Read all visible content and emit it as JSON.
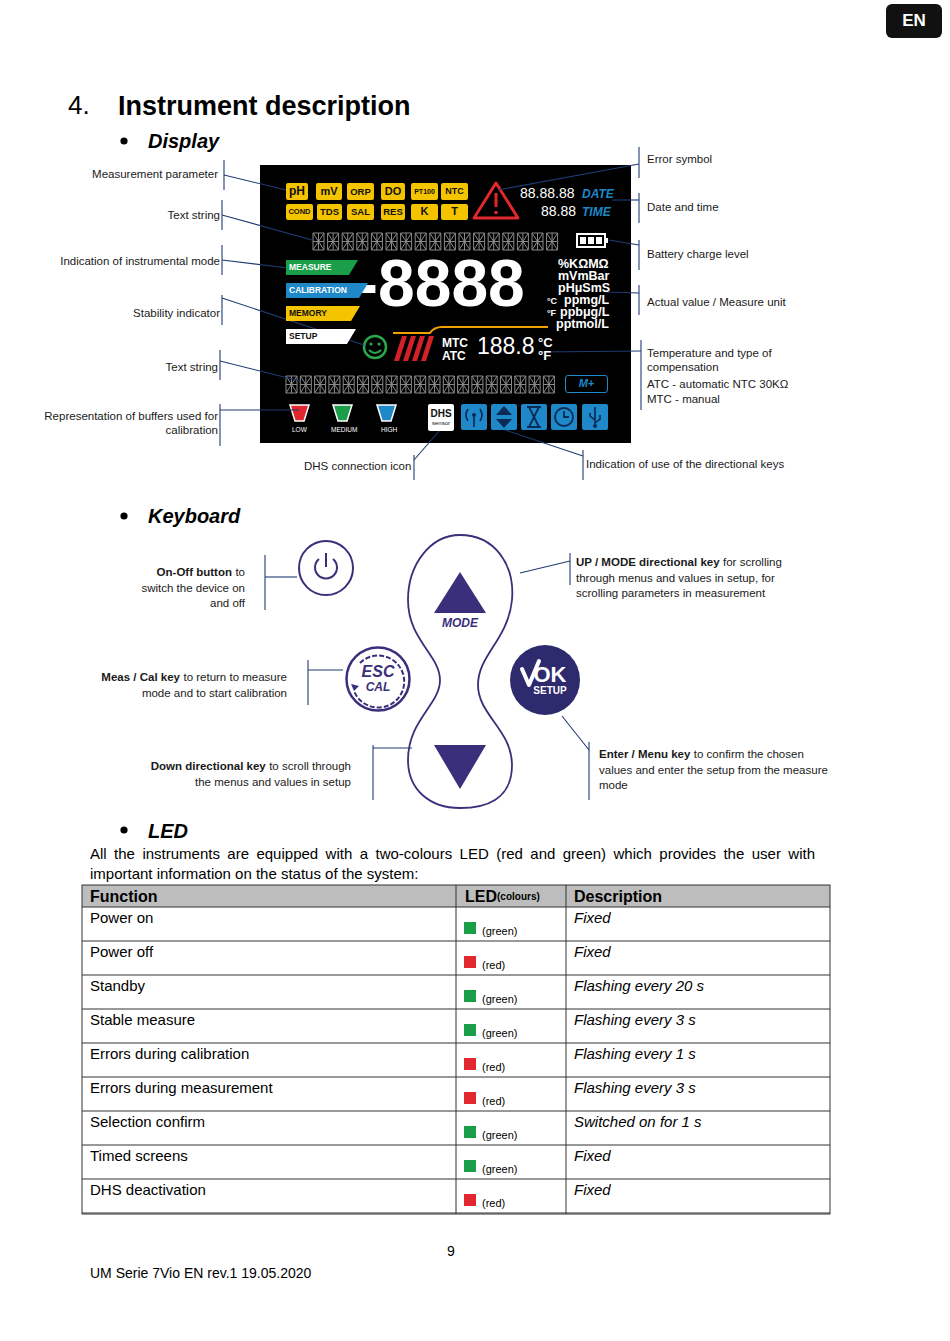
{
  "diagram": {
    "title": "Instrument description",
    "nodes": [
      {
        "text": [
          "EN"
        ]
      },
      {
        "text": [
          "pH"
        ]
      },
      {
        "text": [
          "mV"
        ]
      },
      {
        "text": [
          "ORP"
        ]
      },
      {
        "text": [
          "DO"
        ]
      },
      {
        "text": [
          "PT100"
        ]
      },
      {
        "text": [
          "NTC"
        ]
      },
      {
        "text": [
          "COND"
        ]
      },
      {
        "text": [
          "TDS"
        ]
      },
      {
        "text": [
          "SAL"
        ]
      },
      {
        "text": [
          "RES"
        ]
      },
      {
        "text": [
          "K"
        ]
      },
      {
        "text": [
          "T"
        ]
      },
      {
        "text": [
          "MEASURE"
        ]
      },
      {
        "text": [
          "CALIBRATION"
        ]
      },
      {
        "text": [
          "MEMORY"
        ]
      },
      {
        "text": [
          "SETUP"
        ]
      },
      {
        "text": [
          "M+"
        ]
      },
      {
        "text": [
          "DHS",
          "sensor"
        ]
      },
      {
        "text": [
          "MODE"
        ]
      },
      {
        "text": [
          "ESC",
          "CAL"
        ]
      },
      {
        "text": [
          "OK",
          "SETUP"
        ]
      }
    ],
    "labels": [
      "4.",
      "Display",
      "Measurement parameter",
      "Text string",
      "Indication of instrumental mode",
      "Stability indicator",
      "Text string",
      "Representation of buffers used for calibration",
      "DHS connection icon",
      "Indication of use of the directional keys",
      "Error symbol",
      "Date and time",
      "Battery charge level",
      "Actual value / Measure unit",
      "Temperature and type of compensation",
      "ATC - automatic NTC 30KΩ",
      "MTC - manual",
      "88.88.88",
      "DATE",
      "88.88",
      "TIME",
      "-8888",
      "%KΩMΩ",
      "mVmBar",
      "pHμSmS",
      "°C",
      "ppmg/L",
      "°F",
      "ppbμg/L",
      "pptmol/L",
      "MTC",
      "ATC",
      "188.8",
      "°C",
      "°F",
      "LOW",
      "MEDIUM",
      "HIGH",
      "Keyboard",
      "On-Off button",
      "to switch the device on and off",
      "UP / MODE directional key",
      "for scrolling through menus and values in setup, for scrolling parameters in measurement",
      "Meas / Cal key",
      "to return to measure mode and to start calibration",
      "Down directional key",
      "to scroll through the menus and values in setup",
      "Enter / Menu key",
      "to confirm the chosen values and enter the setup from the measure mode",
      "LED",
      "All the instruments are equipped with a two-colours LED (red and green) which provides the user with important information on the status of the system:",
      "Function",
      "LED",
      "(colours)",
      "Description",
      "Power on",
      "(green)",
      "Fixed",
      "Power off",
      "(red)",
      "Fixed",
      "Standby",
      "(green)",
      "Flashing every 20 s",
      "Stable measure",
      "(green)",
      "Flashing every 3 s",
      "Errors during calibration",
      "(red)",
      "Flashing every 1 s",
      "Errors during measurement",
      "(red)",
      "Flashing every 3 s",
      "Selection confirm",
      "(green)",
      "Switched on for 1 s",
      "Timed screens",
      "(green)",
      "Fixed",
      "DHS deactivation",
      "(red)",
      "Fixed",
      "9",
      "UM Serie 7Vio EN rev.1 19.05.2020"
    ]
  }
}
